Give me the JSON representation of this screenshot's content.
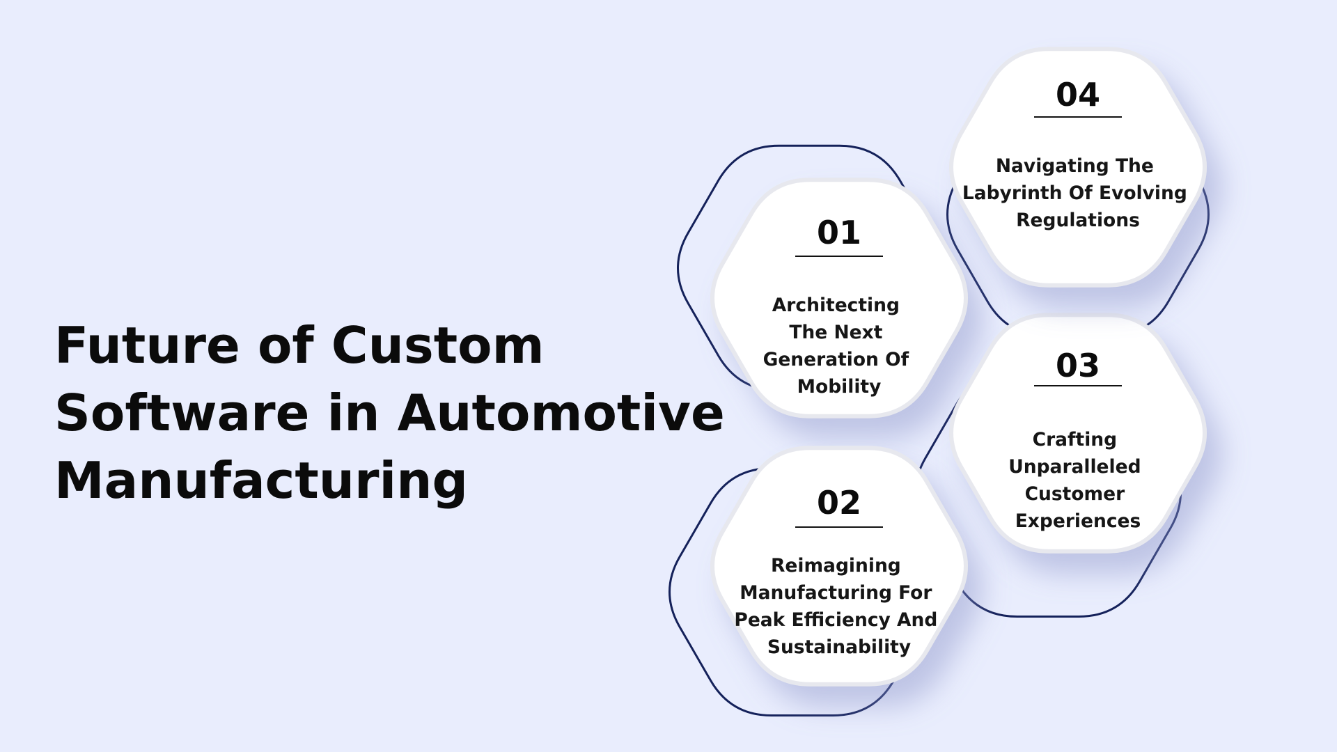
{
  "title": {
    "lines": [
      "Future of Custom",
      "Software in Automotive",
      "Manufacturing"
    ]
  },
  "steps": [
    {
      "number": "01",
      "lines": [
        "Architecting",
        "The Next",
        "Generation Of",
        "Mobility"
      ]
    },
    {
      "number": "02",
      "lines": [
        "Reimagining",
        "Manufacturing For",
        "Peak Efficiency And",
        "Sustainability"
      ]
    },
    {
      "number": "03",
      "lines": [
        "Crafting",
        "Unparalleled",
        "Customer",
        "Experiences"
      ]
    },
    {
      "number": "04",
      "lines": [
        "Navigating The",
        "Labyrinth Of Evolving",
        "Regulations"
      ]
    }
  ],
  "colors": {
    "background": "#e9edfd",
    "hex_fill": "#ffffff",
    "outline": "#14215a",
    "text": "#0b0b0b"
  }
}
